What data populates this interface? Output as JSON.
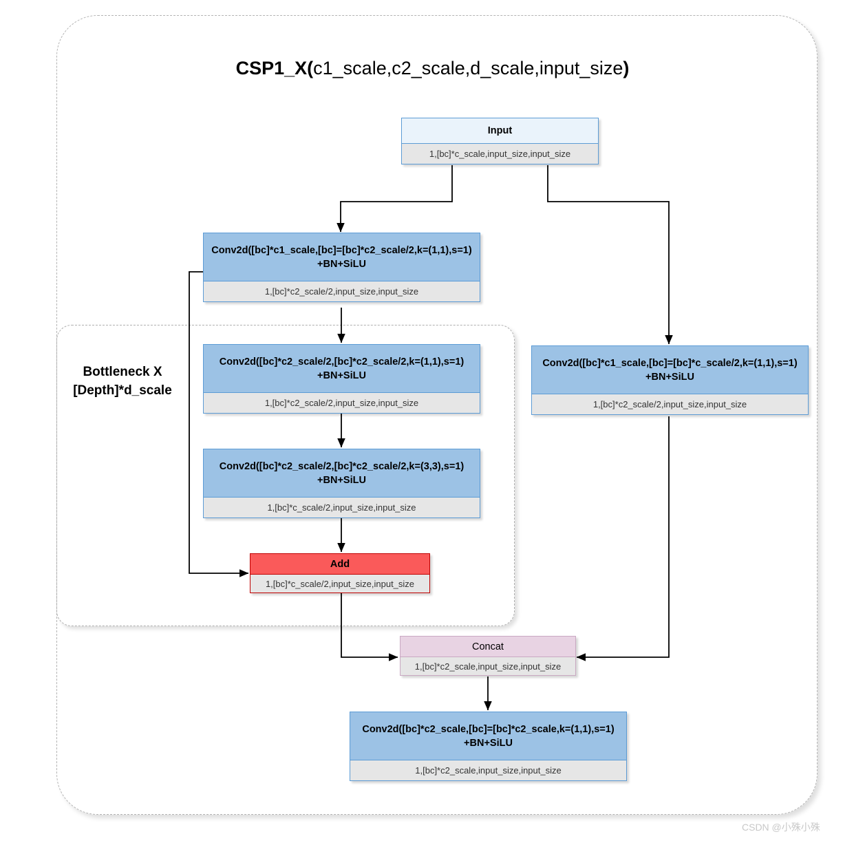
{
  "diagram": {
    "title_bold_prefix": "CSP1_X(",
    "title_params": "c1_scale,c2_scale,d_scale,input_size",
    "title_bold_suffix": ")",
    "bottleneck_label": "Bottleneck\nX\n[Depth]*d_scale",
    "watermark": "CSDN @小殊小殊",
    "colors": {
      "conv_header": "#9cc2e5",
      "conv_border": "#5b9bd5",
      "input_header": "#eaf3fb",
      "add_header": "#fa5a5a",
      "add_border": "#c00000",
      "concat_header": "#e8d3e3",
      "concat_border": "#c9a8c2",
      "body_fill": "#e6e6e6",
      "frame_dash": "#b3b3b3",
      "edge": "#000000"
    },
    "nodes": {
      "input": {
        "label": "Input",
        "shape": "1,[bc]*c_scale,input_size,input_size"
      },
      "conv_left_1": {
        "label": "Conv2d([bc]*c1_scale,[bc]=[bc]*c2_scale/2,k=(1,1),s=1)\n+BN+SiLU",
        "shape": "1,[bc]*c2_scale/2,input_size,input_size"
      },
      "conv_bottleneck_1": {
        "label": "Conv2d([bc]*c2_scale/2,[bc]*c2_scale/2,k=(1,1),s=1)\n+BN+SiLU",
        "shape": "1,[bc]*c2_scale/2,input_size,input_size"
      },
      "conv_bottleneck_2": {
        "label": "Conv2d([bc]*c2_scale/2,[bc]*c2_scale/2,k=(3,3),s=1)\n+BN+SiLU",
        "shape": "1,[bc]*c_scale/2,input_size,input_size"
      },
      "add": {
        "label": "Add",
        "shape": "1,[bc]*c_scale/2,input_size,input_size"
      },
      "conv_right": {
        "label": "Conv2d([bc]*c1_scale,[bc]=[bc]*c_scale/2,k=(1,1),s=1)\n+BN+SiLU",
        "shape": "1,[bc]*c2_scale/2,input_size,input_size"
      },
      "concat": {
        "label": "Concat",
        "shape": "1,[bc]*c2_scale,input_size,input_size"
      },
      "conv_out": {
        "label": "Conv2d([bc]*c2_scale,[bc]=[bc]*c2_scale,k=(1,1),s=1)\n+BN+SiLU",
        "shape": "1,[bc]*c2_scale,input_size,input_size"
      }
    },
    "edges": [
      {
        "from": "input",
        "to": "conv_left_1",
        "kind": "orthogonal-arrow"
      },
      {
        "from": "input",
        "to": "conv_right",
        "kind": "orthogonal-arrow"
      },
      {
        "from": "conv_left_1",
        "to": "conv_bottleneck_1",
        "kind": "straight-arrow"
      },
      {
        "from": "conv_left_1",
        "to": "add",
        "kind": "skip-connection-arrow"
      },
      {
        "from": "conv_bottleneck_1",
        "to": "conv_bottleneck_2",
        "kind": "straight-arrow"
      },
      {
        "from": "conv_bottleneck_2",
        "to": "add",
        "kind": "straight-arrow"
      },
      {
        "from": "add",
        "to": "concat",
        "kind": "orthogonal-arrow"
      },
      {
        "from": "conv_right",
        "to": "concat",
        "kind": "orthogonal-arrow"
      },
      {
        "from": "concat",
        "to": "conv_out",
        "kind": "straight-arrow"
      }
    ]
  }
}
